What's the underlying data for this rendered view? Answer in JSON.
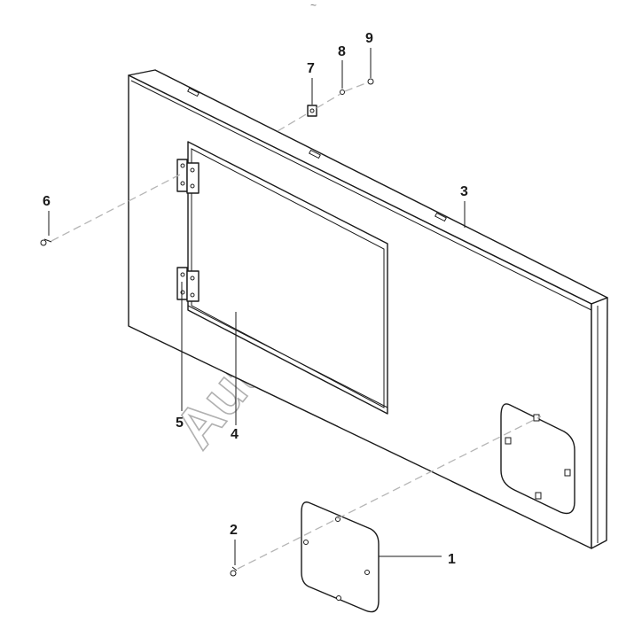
{
  "diagram": {
    "callouts": {
      "p1": "1",
      "p2": "2",
      "p3": "3",
      "p4": "4",
      "p5": "5",
      "p6": "6",
      "p7": "7",
      "p8": "8",
      "p9": "9"
    },
    "watermark": "AutoSoft",
    "top_mark": "~"
  }
}
